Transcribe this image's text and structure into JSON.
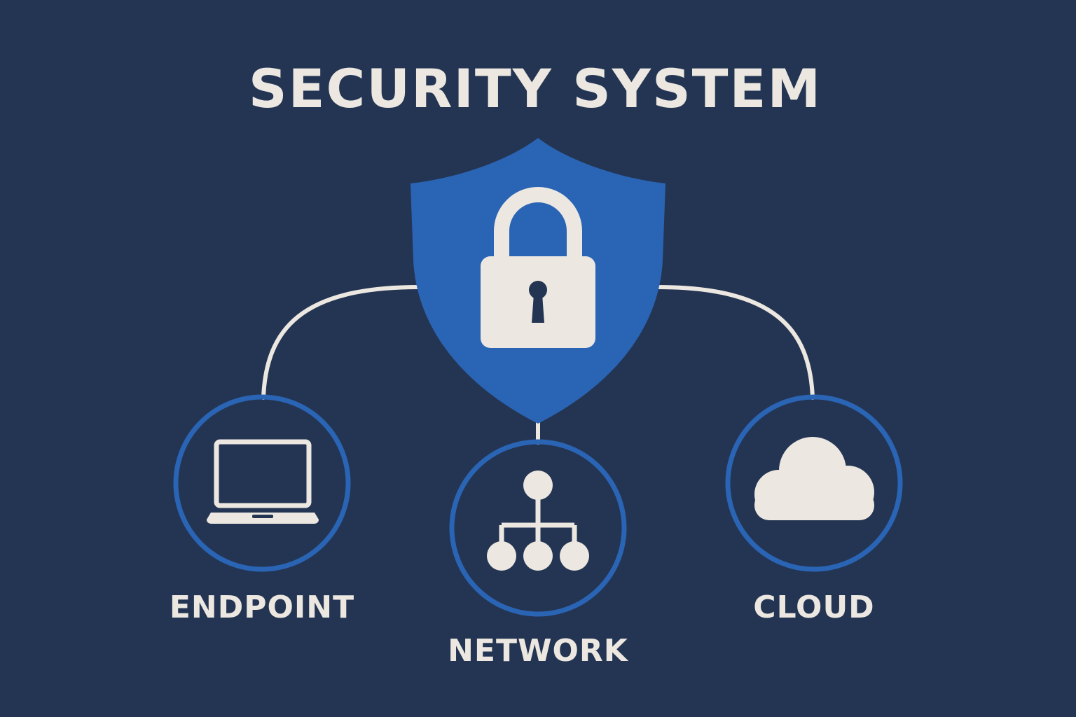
{
  "colors": {
    "background": "#243553",
    "accent": "#2a64b4",
    "foreground": "#ece8e1"
  },
  "title": "SECURITY SYSTEM",
  "center": {
    "icon": "shield-lock-icon"
  },
  "nodes": [
    {
      "id": "endpoint",
      "label": "ENDPOINT",
      "icon": "laptop-icon"
    },
    {
      "id": "network",
      "label": "NETWORK",
      "icon": "network-hierarchy-icon"
    },
    {
      "id": "cloud",
      "label": "CLOUD",
      "icon": "cloud-icon"
    }
  ]
}
